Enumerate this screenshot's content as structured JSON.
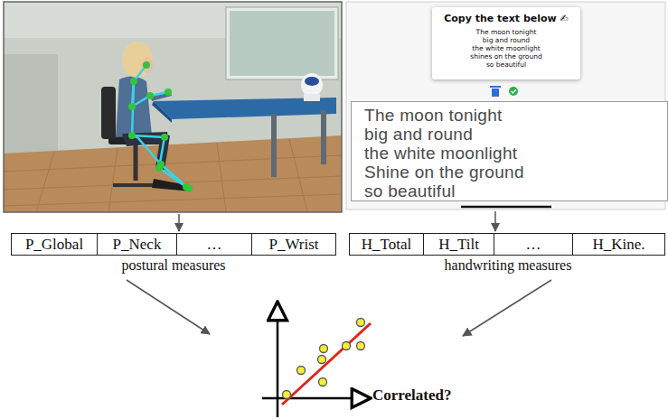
{
  "diagram": {
    "nodes": [
      {
        "text": [
          "Copy the text below ✍",
          "The moon tonight",
          "big and round",
          "the white moonlight",
          "shines on the ground",
          "so beautiful"
        ]
      },
      {
        "text": [
          "The moon tonight",
          "big and round",
          "the white moonlight",
          "Shine on the ground",
          "so beautiful"
        ]
      },
      {
        "text": [
          "P_Global"
        ]
      },
      {
        "text": [
          "P_Neck"
        ]
      },
      {
        "text": [
          "…"
        ]
      },
      {
        "text": [
          "P_Wrist"
        ]
      },
      {
        "text": [
          "H_Total"
        ]
      },
      {
        "text": [
          "H_Tilt"
        ]
      },
      {
        "text": [
          "…"
        ]
      },
      {
        "text": [
          "H_Kine."
        ]
      }
    ],
    "labels": [
      "postural measures",
      "handwriting measures",
      "Correlated?"
    ]
  }
}
